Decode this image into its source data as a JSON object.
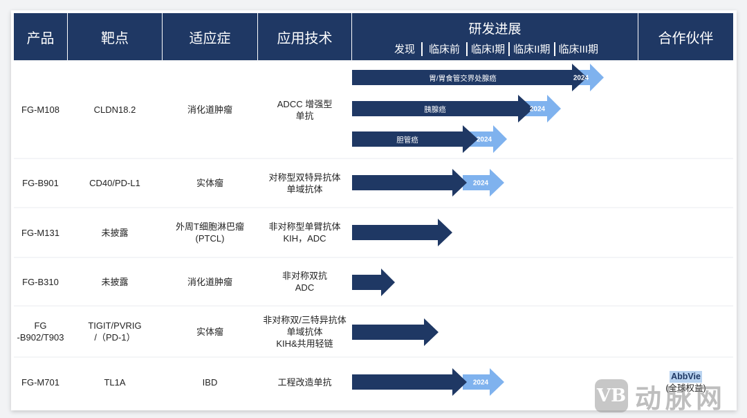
{
  "header": {
    "product": "产品",
    "target": "靶点",
    "indication": "适应症",
    "technology": "应用技术",
    "progress": "研发进展",
    "phases": [
      "发现",
      "临床前",
      "临床I期",
      "临床II期",
      "临床III期"
    ],
    "partner": "合作伙伴"
  },
  "rows": [
    {
      "product": "FG-M108",
      "target": "CLDN18.2",
      "indication": "消化道肿瘤",
      "technology": [
        "ADCC 增强型",
        "单抗"
      ],
      "arrows": [
        {
          "label": "胃/胃食管交界处腺癌",
          "year": "2024"
        },
        {
          "label": "胰腺癌",
          "year": "2024"
        },
        {
          "label": "胆管癌",
          "year": "2024"
        }
      ],
      "partner": ""
    },
    {
      "product": "FG-B901",
      "target": "CD40/PD-L1",
      "indication": "实体瘤",
      "technology": [
        "对称型双特异抗体",
        "单域抗体"
      ],
      "arrows": [
        {
          "label": "",
          "year": "2024"
        }
      ],
      "partner": ""
    },
    {
      "product": "FG-M131",
      "target": "未披露",
      "indication": [
        "外周T细胞淋巴瘤",
        "(PTCL)"
      ],
      "technology": [
        "非对称型单臂抗体",
        "KIH，ADC"
      ],
      "arrows": [
        {
          "label": "",
          "year": ""
        }
      ],
      "partner": ""
    },
    {
      "product": "FG-B310",
      "target": "未披露",
      "indication": "消化道肿瘤",
      "technology": [
        "非对称双抗",
        "ADC"
      ],
      "arrows": [
        {
          "label": "",
          "year": ""
        }
      ],
      "partner": ""
    },
    {
      "product": [
        "FG",
        "-B902/T903"
      ],
      "target": [
        "TIGIT/PVRIG",
        "/（PD-1）"
      ],
      "indication": "实体瘤",
      "technology": [
        "非对称双/三特异抗体",
        "单域抗体",
        "KIH&共用轻链"
      ],
      "arrows": [
        {
          "label": "",
          "year": ""
        }
      ],
      "partner": ""
    },
    {
      "product": "FG-M701",
      "target": "TL1A",
      "indication": "IBD",
      "technology": [
        "工程改造单抗"
      ],
      "arrows": [
        {
          "label": "",
          "year": "2024"
        }
      ],
      "partner": {
        "name": "AbbVie",
        "note": "(全球权益)"
      }
    }
  ],
  "watermark": {
    "logo": "VB",
    "text": "动脉网"
  },
  "colors": {
    "header_bg": "#1f3864",
    "arrow_dark": "#1f3864",
    "arrow_light": "#7fb2ee"
  }
}
